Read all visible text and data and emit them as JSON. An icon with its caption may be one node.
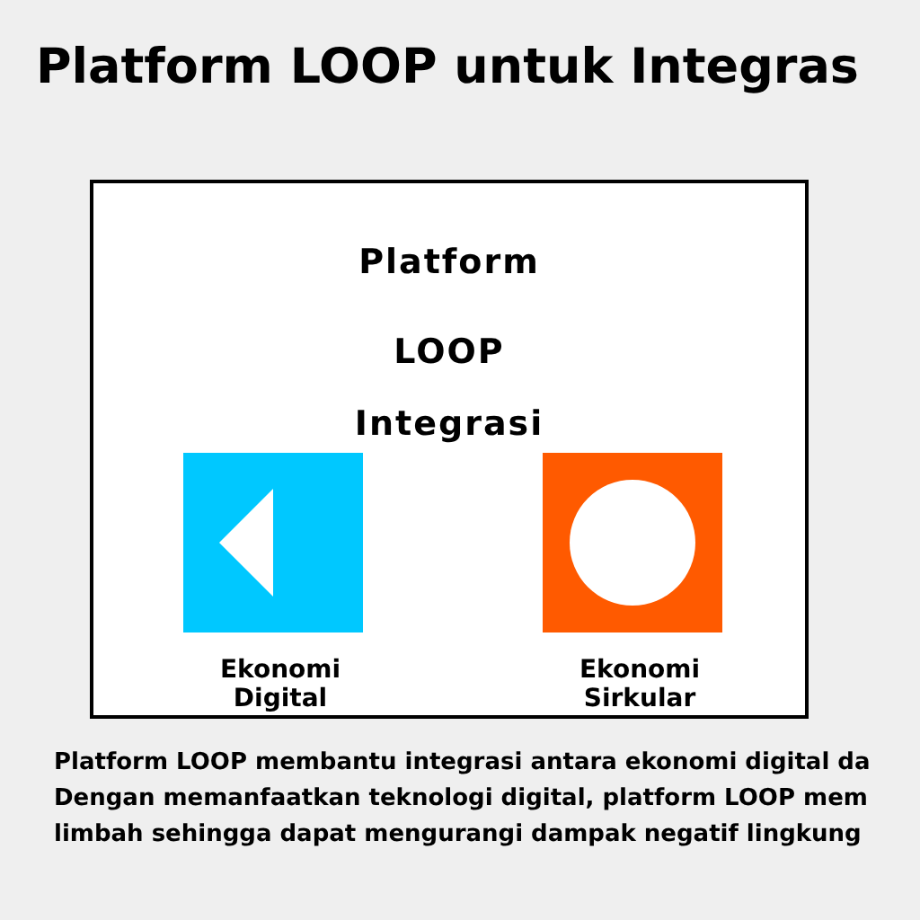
{
  "diagram": {
    "title": "Platform LOOP untuk Integras",
    "nodes": [
      {
        "text": [
          "Platform",
          "LOOP",
          "Integrasi"
        ]
      },
      {
        "text": [],
        "shape": "box",
        "in": 0,
        "beside": [
          "Ekonomi Digital"
        ]
      },
      {
        "text": [],
        "shape": "box",
        "in": 0,
        "beside": [
          "Ekonomi Sirkular"
        ]
      }
    ],
    "labels": [
      "Platform LOOP membantu integrasi antara ekonomi digital da",
      "Dengan memanfaatkan teknologi digital, platform LOOP mem",
      "limbah sehingga dapat mengurangi dampak negatif lingkung"
    ]
  }
}
